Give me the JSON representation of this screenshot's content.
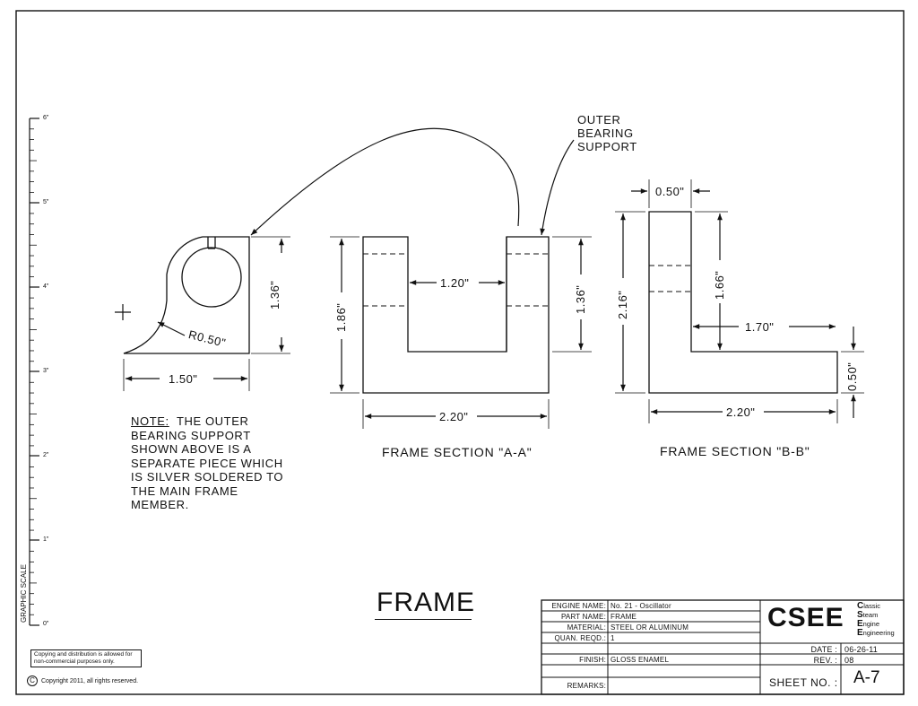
{
  "drawing": {
    "title": "FRAME",
    "callout_outer": "OUTER\nBEARING\nSUPPORT",
    "note": {
      "heading": "NOTE:",
      "lines": [
        "THE OUTER",
        "BEARING SUPPORT",
        "SHOWN ABOVE IS A",
        "SEPARATE PIECE WHICH",
        "IS SILVER SOLDERED TO",
        "THE MAIN FRAME",
        "MEMBER."
      ]
    },
    "section_aa": "FRAME SECTION \"A-A\"",
    "section_bb": "FRAME SECTION \"B-B\"",
    "dims": {
      "bearing_height": "1.36\"",
      "bearing_width": "1.50\"",
      "bearing_radius": "R0.50\"",
      "aa_height": "1.86\"",
      "aa_gap": "1.20\"",
      "aa_right_height": "1.36\"",
      "aa_width": "2.20\"",
      "bb_top": "0.50\"",
      "bb_height": "2.16\"",
      "bb_inner": "1.66\"",
      "bb_arm": "1.70\"",
      "bb_thick": "0.50\"",
      "bb_width": "2.20\""
    }
  },
  "graphic_scale": {
    "label": "GRAPHIC SCALE",
    "ticks": [
      "6\"",
      "5\"",
      "4\"",
      "3\"",
      "2\"",
      "1\"",
      "0\""
    ]
  },
  "footer": {
    "copy_notice": "Copying and distribution is allowed for non-commercial purposes only.",
    "copyright_symbol": "C",
    "copyright": "Copyright 2011, all rights reserved."
  },
  "title_block": {
    "rows": [
      {
        "label": "ENGINE NAME:",
        "value": "No. 21 - Oscillator"
      },
      {
        "label": "PART NAME:",
        "value": "FRAME"
      },
      {
        "label": "MATERIAL:",
        "value": "STEEL OR ALUMINUM"
      },
      {
        "label": "QUAN. REQD.:",
        "value": "1"
      },
      {
        "label": "FINISH:",
        "value": "GLOSS ENAMEL"
      },
      {
        "label": "REMARKS:",
        "value": ""
      }
    ],
    "logo": "CSEE",
    "logo_words": [
      {
        "initial": "C",
        "rest": "lassic"
      },
      {
        "initial": "S",
        "rest": "team"
      },
      {
        "initial": "E",
        "rest": "ngine"
      },
      {
        "initial": "E",
        "rest": "ngineering"
      }
    ],
    "date_label": "DATE :",
    "date_value": "06-26-11",
    "rev_label": "REV. :",
    "rev_value": "08",
    "sheet_label": "SHEET NO. :",
    "sheet_value": "A-7"
  }
}
